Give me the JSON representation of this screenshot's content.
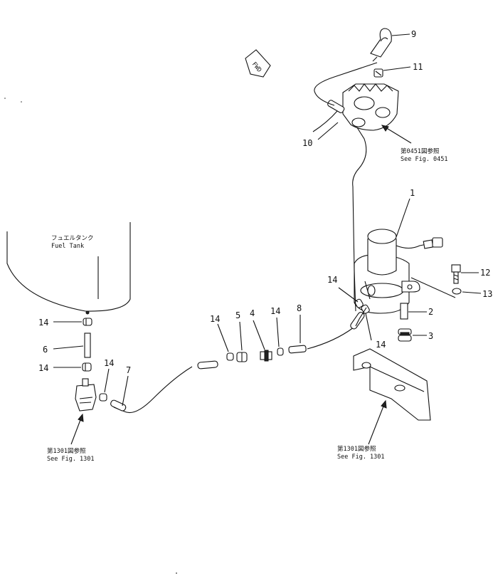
{
  "diagram": {
    "callouts": {
      "p1": "1",
      "p2": "2",
      "p3": "3",
      "p4": "4",
      "p5": "5",
      "p6": "6",
      "p7": "7",
      "p8": "8",
      "p9": "9",
      "p10": "10",
      "p11": "11",
      "p12": "12",
      "p13": "13",
      "p14a": "14",
      "p14b": "14",
      "p14c": "14",
      "p14d": "14",
      "p14e": "14",
      "p14f": "14",
      "p14g": "14"
    },
    "fuel_tank": {
      "jp": "フュエルタンク",
      "en": "Fuel Tank"
    },
    "fwd_mark": "FWD",
    "refs": {
      "fig0451_jp": "第0451図参照",
      "fig0451_en": "See Fig. 0451",
      "fig1301a_jp": "第1301図参照",
      "fig1301a_en": "See Fig. 1301",
      "fig1301b_jp": "第1301図参照",
      "fig1301b_en": "See Fig. 1301"
    }
  }
}
